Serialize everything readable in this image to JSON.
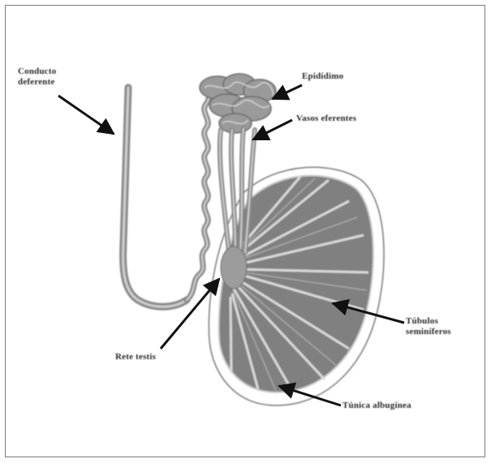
{
  "labels": {
    "conducto": "Conducto deferente",
    "epididimo": "Epidídimo",
    "vasos": "Vasos eferentes",
    "rete": "Rete testis",
    "tubulos": "Túbulos seminíferos",
    "tunica": "Túnica albugínea"
  },
  "colors": {
    "fill": "#7f7f7f",
    "fill_light": "#b9b9b9",
    "outline": "#555555",
    "arrow": "#111111",
    "frame": "#7a7a7a"
  }
}
